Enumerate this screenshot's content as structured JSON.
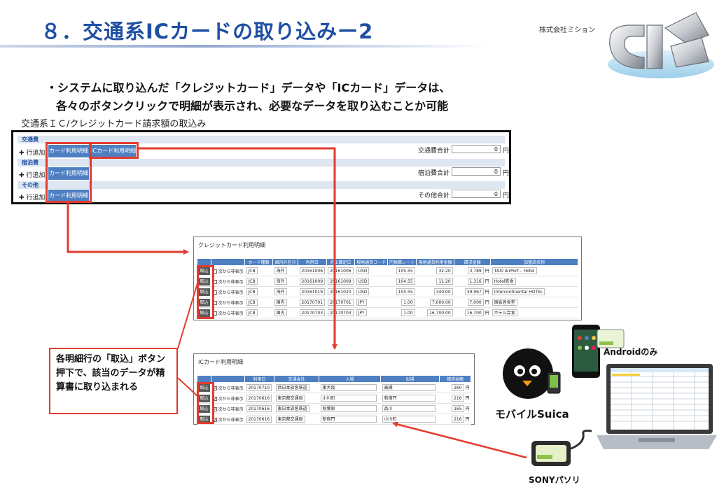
{
  "header": {
    "title": "８．交通系ICカードの取り込みー2",
    "company": "株式会社ミション"
  },
  "intro": {
    "line1": "・システムに取り込んだ「クレジットカード」データや「ICカード」データは、",
    "line2": "各々のボタンクリックで明細が表示され、必要なデータを取り込むことか可能"
  },
  "section_label": "交通系ＩＣ/クレジットカード請求額の取込み",
  "main_panel": {
    "categories": [
      {
        "name": "交通費",
        "add": "✚ 行追加",
        "card_btn": "カード利用明細",
        "ic_btn": "ICカード利用明細",
        "total_label": "交通費合計",
        "total_value": "0",
        "unit": "円"
      },
      {
        "name": "宿泊費",
        "add": "✚ 行追加",
        "card_btn": "カード利用明細",
        "total_label": "宿泊費合計",
        "total_value": "0",
        "unit": "円"
      },
      {
        "name": "その他",
        "add": "✚ 行追加",
        "card_btn": "カード利用明細",
        "total_label": "その他合計",
        "total_value": "0",
        "unit": "円"
      }
    ]
  },
  "credit_panel": {
    "title": "クレジットカード利用明細",
    "headers": [
      "",
      "",
      "カード種類",
      "国内外区分",
      "利用日",
      "売上確定日",
      "現地通貨コード",
      "円換算レート",
      "現地通貨利用金額",
      "請求金額",
      "加盟店名称"
    ],
    "import_label": "取込",
    "hide_label": "次から非表示",
    "rows": [
      {
        "card": "JCB",
        "region": "海外",
        "use_date": "20161006",
        "sale_date": "20161006",
        "currency": "USD",
        "rate": "105.55",
        "local_amount": "32.20",
        "billed": "3,789",
        "merchant": "TAXI AirPort – Hotel"
      },
      {
        "card": "JCB",
        "region": "海外",
        "use_date": "20161009",
        "sale_date": "20161009",
        "currency": "USD",
        "rate": "104.55",
        "local_amount": "11.20",
        "billed": "1,316",
        "merchant": "Hotel鉄食"
      },
      {
        "card": "JCB",
        "region": "海外",
        "use_date": "20161019",
        "sale_date": "20161020",
        "currency": "USD",
        "rate": "105.55",
        "local_amount": "340.00",
        "billed": "39,967",
        "merchant": "Intercontinental HOTEL"
      },
      {
        "card": "JCB",
        "region": "国内",
        "use_date": "20170701",
        "sale_date": "20170701",
        "currency": "JPY",
        "rate": "1.00",
        "local_amount": "7,000.00",
        "billed": "7,000",
        "merchant": "国会居食堂"
      },
      {
        "card": "JCB",
        "region": "国内",
        "use_date": "20170703",
        "sale_date": "20170703",
        "currency": "JPY",
        "rate": "1.00",
        "local_amount": "16,700.00",
        "billed": "16,700",
        "merchant": "ホテル会食"
      }
    ],
    "unit": "円"
  },
  "ic_panel": {
    "title": "ICカード利用明細",
    "headers": [
      "",
      "",
      "利用日",
      "交通会社",
      "入場",
      "出場",
      "請求金額"
    ],
    "import_label": "取込",
    "hide_label": "次から非表示",
    "rows": [
      {
        "date": "20170710",
        "company": "西日本旅客鉄道",
        "entry": "東大阪",
        "exit": "高槻",
        "amount": "260"
      },
      {
        "date": "20170616",
        "company": "東京都交通局",
        "entry": "小川町",
        "exit": "新宿門",
        "amount": "216"
      },
      {
        "date": "20170616",
        "company": "東日本旅客鉄道",
        "entry": "秋葉原",
        "exit": "品川",
        "amount": "165"
      },
      {
        "date": "20170616",
        "company": "東京都交通局",
        "entry": "新宿門",
        "exit": "小川町",
        "amount": "216"
      }
    ],
    "unit": "円"
  },
  "callout": "各明細行の「取込」ボタン押下で、該当のデータが精算書に取り込まれる",
  "devices": {
    "android_label": "Androidのみ",
    "suica_label": "モバイルSuica",
    "pasori_label": "SONYパソリ"
  },
  "colors": {
    "title_blue": "#1e4fa3",
    "button_blue": "#4e7fc3",
    "highlight_red": "#e23b2e"
  }
}
